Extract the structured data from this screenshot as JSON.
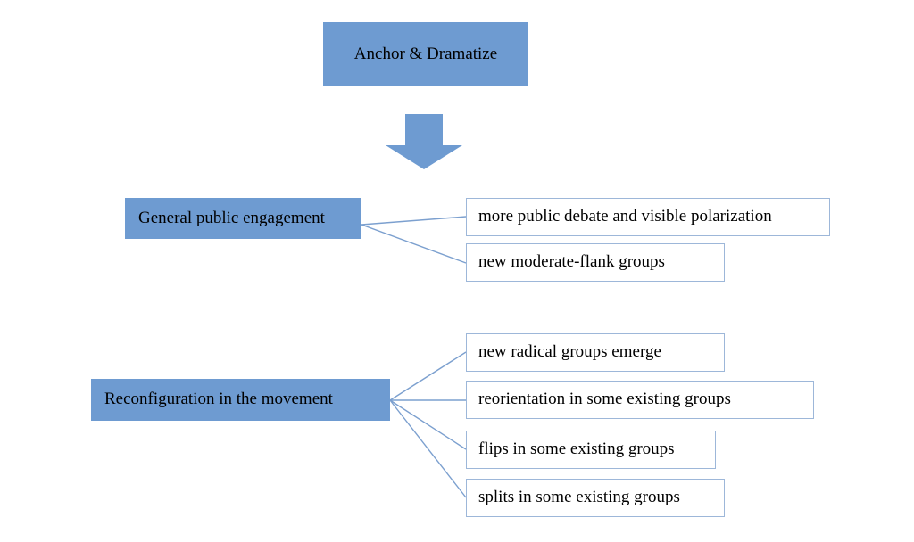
{
  "diagram": {
    "title_node": {
      "label": "Anchor & Dramatize"
    },
    "arrow": {
      "name": "down-arrow-icon"
    },
    "branches": [
      {
        "parent_label": "General public engagement",
        "leaves": [
          {
            "label": "more public debate and visible polarization"
          },
          {
            "label": "new moderate-flank groups"
          }
        ]
      },
      {
        "parent_label": "Reconfiguration in the movement",
        "leaves": [
          {
            "label": "new radical groups emerge"
          },
          {
            "label": "reorientation in some existing groups"
          },
          {
            "label": "flips in some existing groups"
          },
          {
            "label": "splits in some existing groups"
          }
        ]
      }
    ],
    "colors": {
      "node_fill": "#6E9BD1",
      "node_border": "#9DB7D9",
      "connector": "#7CA0CF",
      "background": "#FFFFFF",
      "text": "#000000"
    }
  }
}
